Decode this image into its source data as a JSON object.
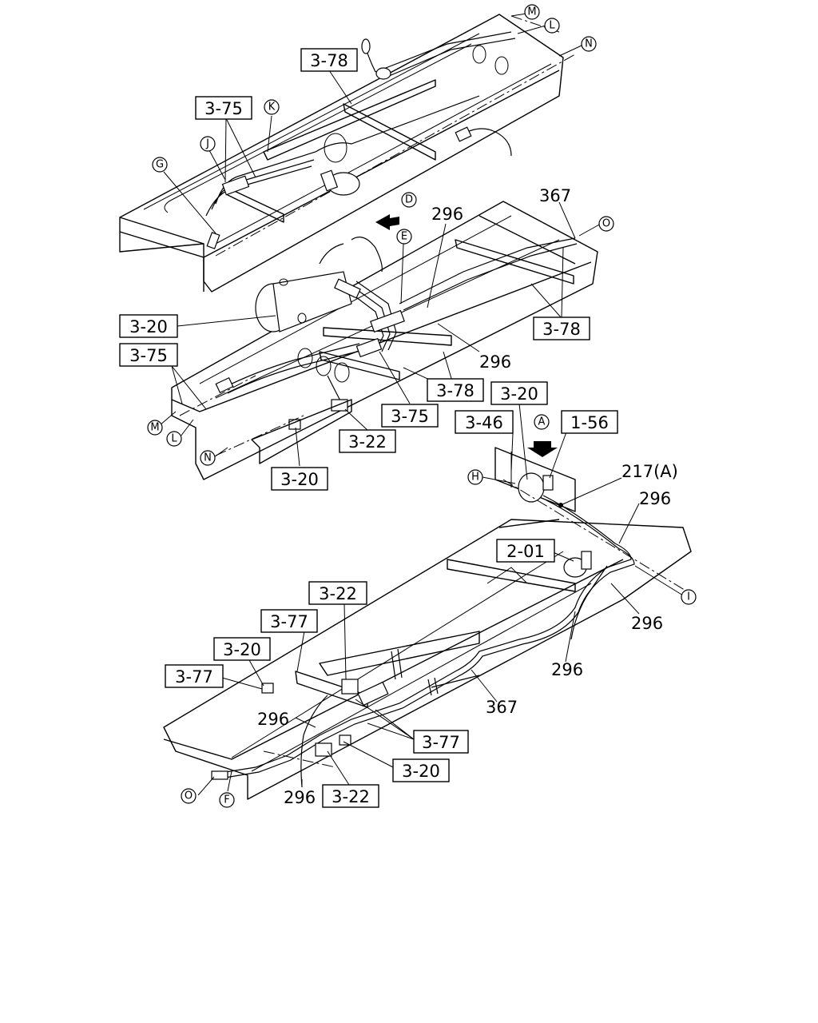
{
  "reference_boxes": [
    {
      "id": "b01",
      "text": "3-78"
    },
    {
      "id": "b02",
      "text": "3-75"
    },
    {
      "id": "b03",
      "text": "3-20"
    },
    {
      "id": "b04",
      "text": "3-75"
    },
    {
      "id": "b05",
      "text": "3-78"
    },
    {
      "id": "b06",
      "text": "3-78"
    },
    {
      "id": "b07",
      "text": "3-75"
    },
    {
      "id": "b08",
      "text": "3-22"
    },
    {
      "id": "b09",
      "text": "3-20"
    },
    {
      "id": "b10",
      "text": "3-20"
    },
    {
      "id": "b11",
      "text": "3-46"
    },
    {
      "id": "b12",
      "text": "1-56"
    },
    {
      "id": "b13",
      "text": "2-01"
    },
    {
      "id": "b14",
      "text": "3-22"
    },
    {
      "id": "b15",
      "text": "3-77"
    },
    {
      "id": "b16",
      "text": "3-20"
    },
    {
      "id": "b17",
      "text": "3-77"
    },
    {
      "id": "b18",
      "text": "3-77"
    },
    {
      "id": "b19",
      "text": "3-20"
    },
    {
      "id": "b20",
      "text": "3-22"
    }
  ],
  "part_numbers": [
    {
      "id": "n01",
      "text": "296"
    },
    {
      "id": "n02",
      "text": "367"
    },
    {
      "id": "n03",
      "text": "296"
    },
    {
      "id": "n04",
      "text": "217(A)"
    },
    {
      "id": "n05",
      "text": "296"
    },
    {
      "id": "n06",
      "text": "296"
    },
    {
      "id": "n07",
      "text": "296"
    },
    {
      "id": "n08",
      "text": "367"
    },
    {
      "id": "n09",
      "text": "296"
    },
    {
      "id": "n10",
      "text": "296"
    }
  ],
  "connection_markers": [
    {
      "id": "c01",
      "letter": "M"
    },
    {
      "id": "c02",
      "letter": "L"
    },
    {
      "id": "c03",
      "letter": "N"
    },
    {
      "id": "c04",
      "letter": "K"
    },
    {
      "id": "c05",
      "letter": "J"
    },
    {
      "id": "c06",
      "letter": "G"
    },
    {
      "id": "c07",
      "letter": "D"
    },
    {
      "id": "c08",
      "letter": "E"
    },
    {
      "id": "c09",
      "letter": "O"
    },
    {
      "id": "c10",
      "letter": "M"
    },
    {
      "id": "c11",
      "letter": "L"
    },
    {
      "id": "c12",
      "letter": "N"
    },
    {
      "id": "c13",
      "letter": "A"
    },
    {
      "id": "c14",
      "letter": "H"
    },
    {
      "id": "c15",
      "letter": "I"
    },
    {
      "id": "c16",
      "letter": "O"
    },
    {
      "id": "c17",
      "letter": "F"
    }
  ]
}
